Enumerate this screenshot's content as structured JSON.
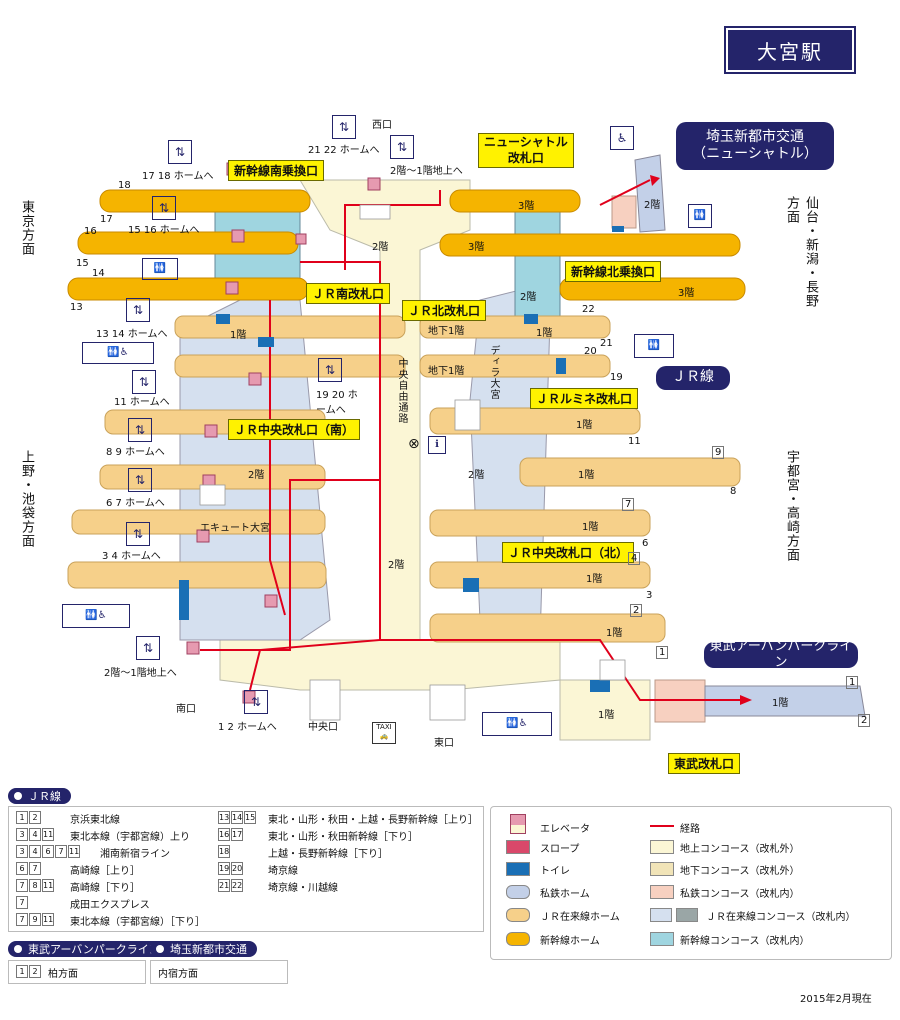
{
  "title": "大宮駅",
  "map": {
    "directions": {
      "tokyo": "東京方面",
      "ueno": "上野・池袋方面",
      "sendai": "仙台・新潟・長野方面",
      "utsunomiya": "宇都宮・高崎方面"
    },
    "gates": {
      "shinkansen_south": "新幹線南乗換口",
      "jr_south": "ＪＲ南改札口",
      "jr_central_south": "ＪＲ中央改札口（南）",
      "jr_north": "ＪＲ北改札口",
      "shinkansen_north": "新幹線北乗換口",
      "jr_lumine": "ＪＲルミネ改札口",
      "jr_central_north": "ＪＲ中央改札口（北）",
      "new_shuttle": "ニューシャトル\n改札口",
      "tobu": "東武改札口"
    },
    "operators": {
      "saitama": "埼玉新都市交通\n（ニューシャトル）",
      "jr": "ＪＲ線",
      "tobu": "東武アーバンパークライン"
    },
    "exits": {
      "west": "西口",
      "south": "南口",
      "central": "中央口",
      "east": "東口"
    },
    "floors": {
      "f1": "1階",
      "f2": "2階",
      "f3": "3階",
      "b1": "地下1階"
    },
    "labels": {
      "passage": "中央自由通路",
      "dila": "ディラ大宮",
      "ekyute": "エキュート大宮",
      "taxi": "TAXI",
      "to_1718": "17 18 ホームへ",
      "to_1516": "15 16 ホームへ",
      "to_1314": "13 14 ホームへ",
      "to_11": "11 ホームへ",
      "to_89": "8 9 ホームへ",
      "to_67": "6 7 ホームへ",
      "to_34": "3 4 ホームへ",
      "to_2122": "21 22 ホームへ",
      "to_1920": "19 20 ホームへ",
      "to_12": "1 2 ホームへ",
      "f2_to_f1_west": "2階～1階地上へ",
      "f2_to_f1_south": "2階～1階地上へ"
    },
    "platform_numbers": [
      "18",
      "17",
      "16",
      "15",
      "14",
      "13",
      "22",
      "21",
      "20",
      "19",
      "11",
      "9",
      "8",
      "7",
      "6",
      "4",
      "3",
      "2",
      "1"
    ]
  },
  "legend": {
    "jr_header": "ＪＲ線",
    "jr_lines": [
      {
        "nums": [
          "1",
          "2"
        ],
        "name": "京浜東北線"
      },
      {
        "nums": [
          "3",
          "4",
          "11"
        ],
        "name": "東北本線（宇都宮線）上り"
      },
      {
        "nums": [
          "3",
          "4",
          "6",
          "7",
          "11"
        ],
        "name": "湘南新宿ライン"
      },
      {
        "nums": [
          "6",
          "7"
        ],
        "name": "高崎線［上り］"
      },
      {
        "nums": [
          "7",
          "8",
          "11"
        ],
        "name": "高崎線［下り］"
      },
      {
        "nums": [
          "7"
        ],
        "name": "成田エクスプレス"
      },
      {
        "nums": [
          "7",
          "9",
          "11"
        ],
        "name": "東北本線（宇都宮線）［下り］"
      },
      {
        "nums": [
          "13",
          "14",
          "15"
        ],
        "name": "東北・山形・秋田・上越・長野新幹線［上り］"
      },
      {
        "nums": [
          "16",
          "17"
        ],
        "name": "東北・山形・秋田新幹線［下り］"
      },
      {
        "nums": [
          "18"
        ],
        "name": "上越・長野新幹線［下り］"
      },
      {
        "nums": [
          "19",
          "20"
        ],
        "name": "埼京線"
      },
      {
        "nums": [
          "21",
          "22"
        ],
        "name": "埼京線・川越線"
      }
    ],
    "tobu_header": "東武アーバンパークライン",
    "tobu_line": {
      "nums": [
        "1",
        "2"
      ],
      "name": "柏方面"
    },
    "saitama_header": "埼玉新都市交通",
    "saitama_line": "内宿方面",
    "symbols": [
      {
        "name": "エレベータ"
      },
      {
        "name": "スロープ",
        "color": "#d9486a"
      },
      {
        "name": "トイレ",
        "color": "#1a6fb5"
      },
      {
        "name": "私鉄ホーム",
        "color": "#c3d0e8"
      },
      {
        "name": "ＪＲ在来線ホーム",
        "color": "#f6d08a"
      },
      {
        "name": "新幹線ホーム",
        "color": "#f5b400"
      },
      {
        "name": "経路",
        "color": "#e0001b"
      },
      {
        "name": "地上コンコース（改札外）",
        "color": "#fbf6d5"
      },
      {
        "name": "地下コンコース（改札外）",
        "color": "#f1e4b8"
      },
      {
        "name": "私鉄コンコース（改札内）",
        "color": "#f7d0c0"
      },
      {
        "name": "ＪＲ在来線コンコース（改札内）",
        "color": "#d5e0ef"
      },
      {
        "name": "新幹線コンコース（改札内）",
        "color": "#9fd5e0"
      }
    ]
  },
  "date_note": "2015年2月現在"
}
